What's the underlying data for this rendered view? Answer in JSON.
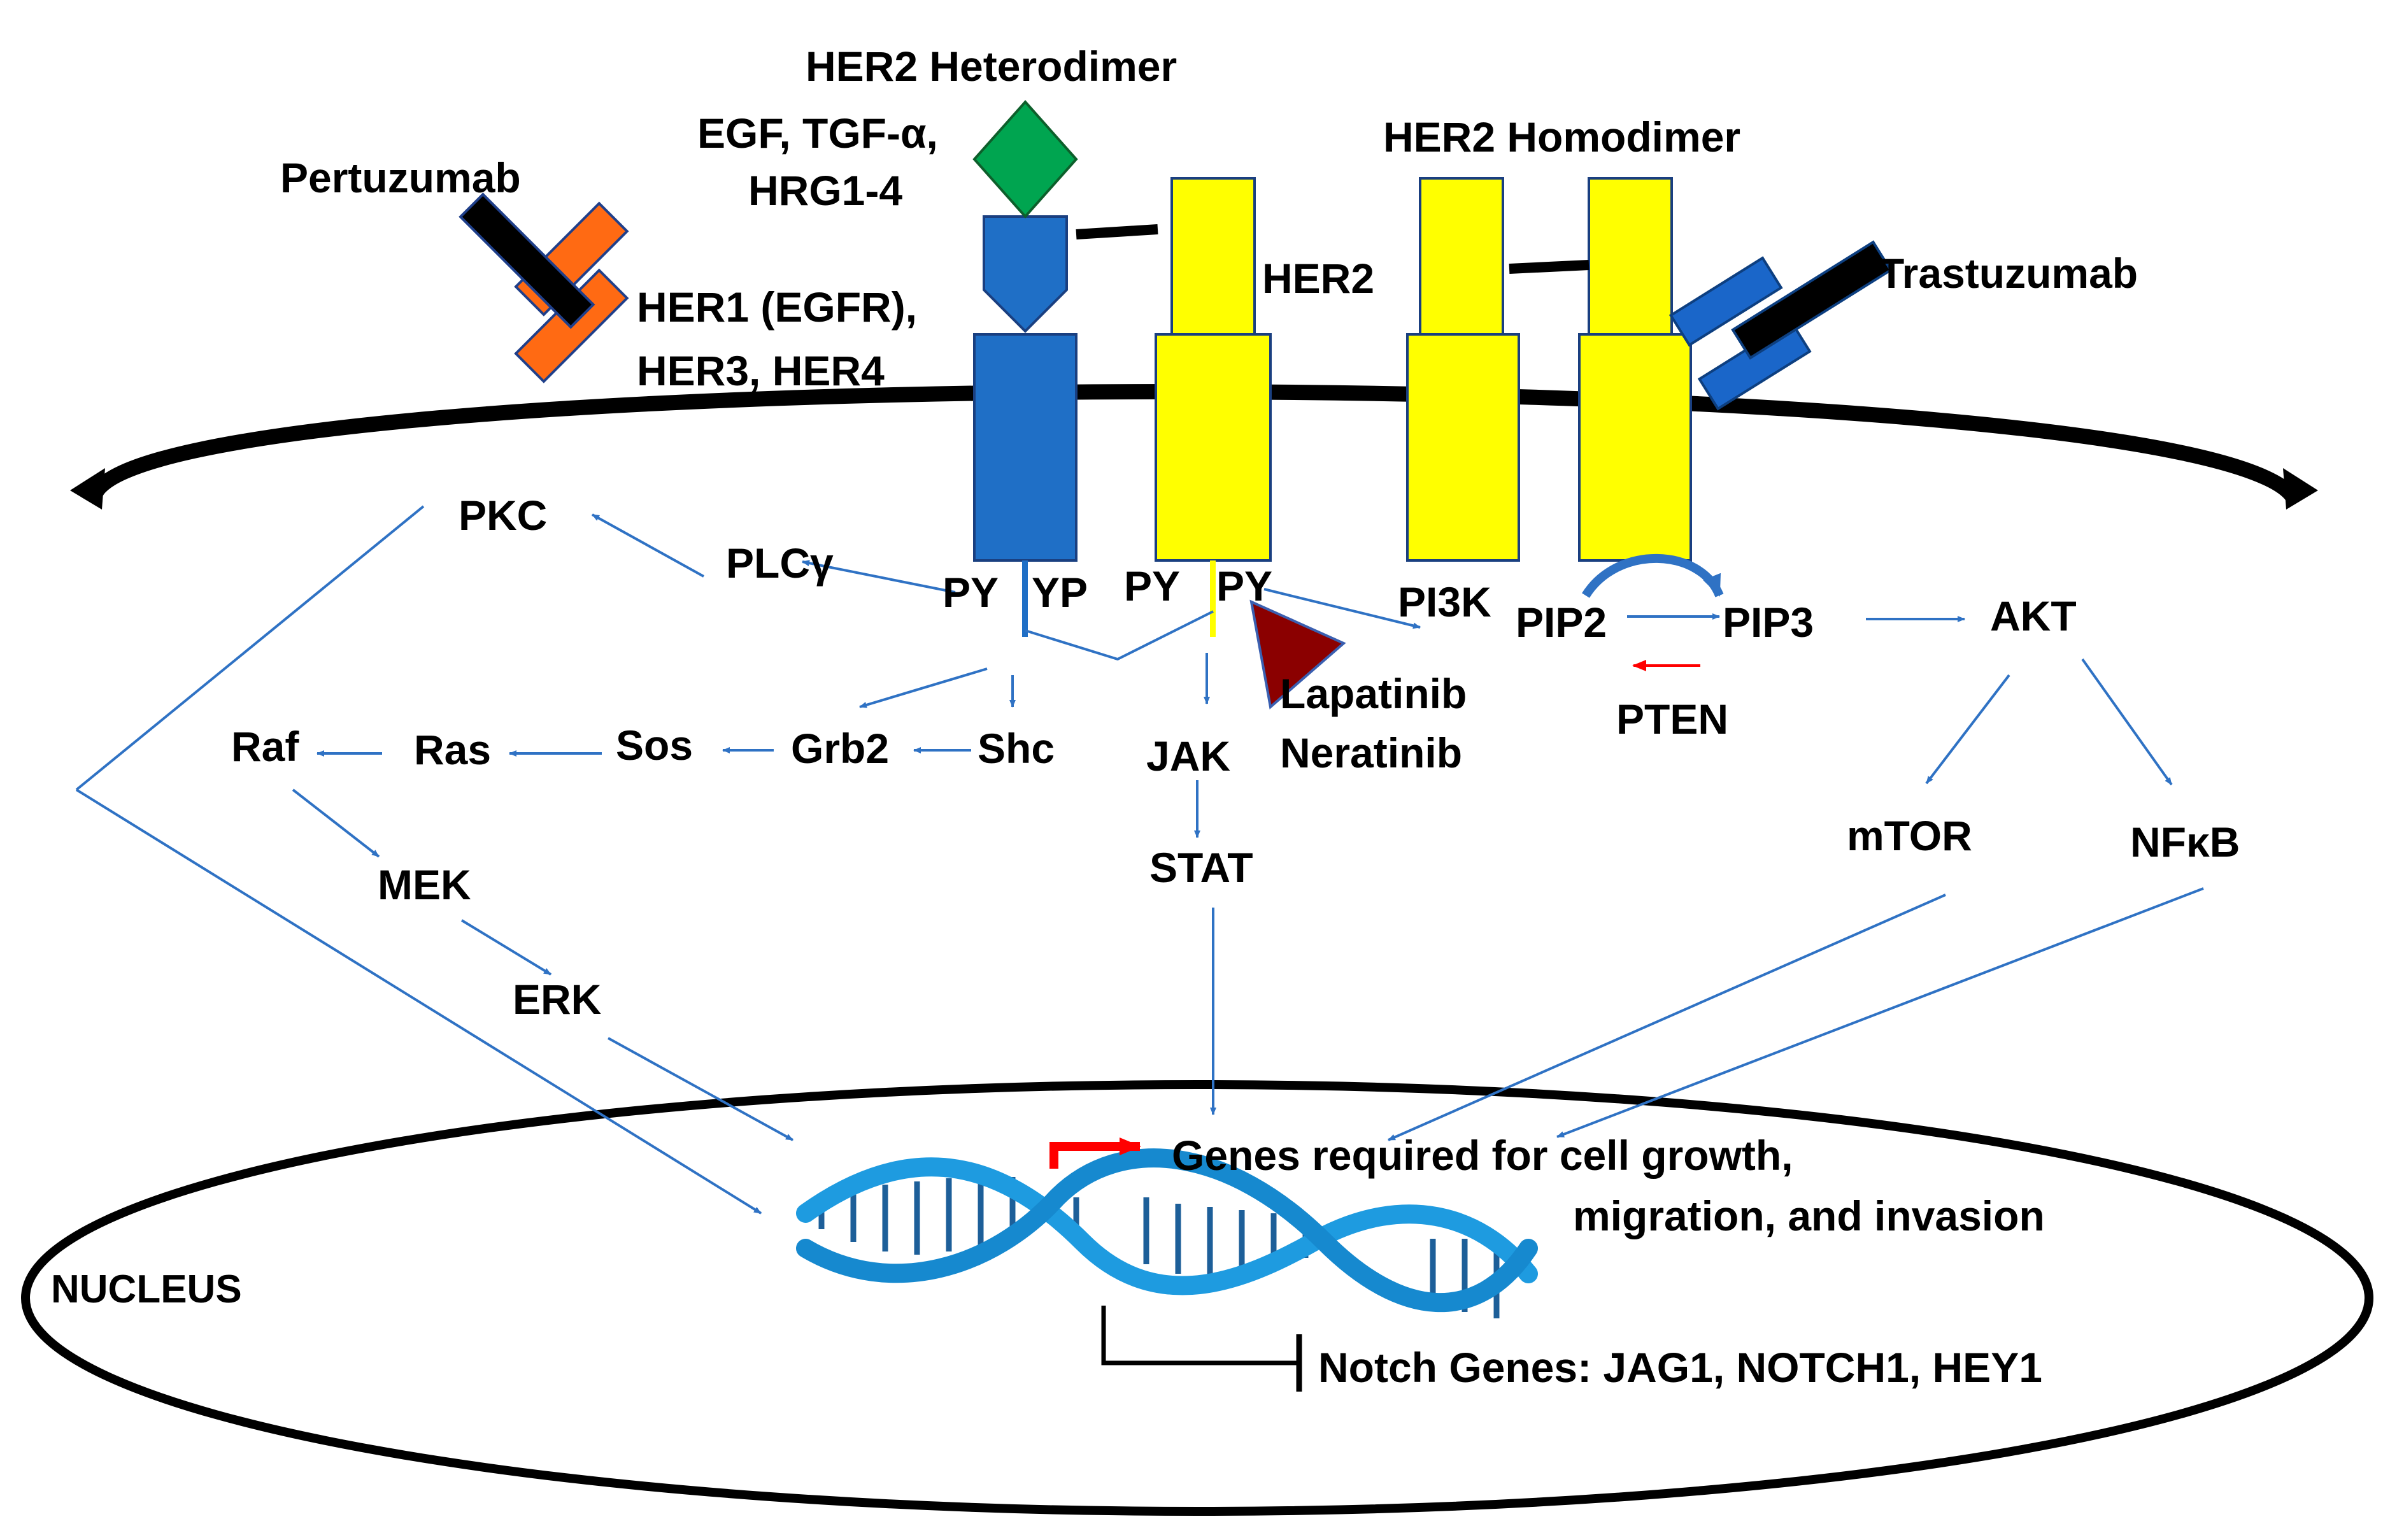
{
  "colors": {
    "her_other_blue": "#1f6fc6",
    "her2_yellow": "#ffff00",
    "ligand_green": "#00a550",
    "pertuzumab_orange": "#ff6a13",
    "trastuzumab_blue": "#1a66c9",
    "arrow_blue": "#2f72c4",
    "dna_blue": "#1e9be0",
    "lapatinib_red": "#8b0000",
    "inhibit_red": "#ff0000",
    "text": "#000000"
  },
  "labels": {
    "her2_heterodimer": "HER2 Heterodimer",
    "ligand_line1": "EGF, TGF-α,",
    "ligand_line2": "HRG1-4",
    "pertuzumab": "Pertuzumab",
    "her_family_line1": "HER1 (EGFR),",
    "her_family_line2": "HER3, HER4",
    "her2": "HER2",
    "her2_homodimer": "HER2 Homodimer",
    "trastuzumab": "Trastuzumab",
    "pkc": "PKC",
    "plcg": "PLCγ",
    "py_left": "PY",
    "yp": "YP",
    "py_mid": "PY",
    "py_right": "PY",
    "pi3k": "PI3K",
    "pip2": "PIP2",
    "pip3": "PIP3",
    "akt": "AKT",
    "pten": "PTEN",
    "lapatinib": "Lapatinib",
    "neratinib": "Neratinib",
    "raf": "Raf",
    "ras": "Ras",
    "sos": "Sos",
    "grb2": "Grb2",
    "shc": "Shc",
    "jak": "JAK",
    "stat": "STAT",
    "mek": "MEK",
    "erk": "ERK",
    "mtor": "mTOR",
    "nfkb": "NFκB",
    "genes_line1": "Genes required for cell growth,",
    "genes_line2": "migration, and invasion",
    "nucleus": "NUCLEUS",
    "notch": "Notch Genes: JAG1, NOTCH1, HEY1"
  }
}
